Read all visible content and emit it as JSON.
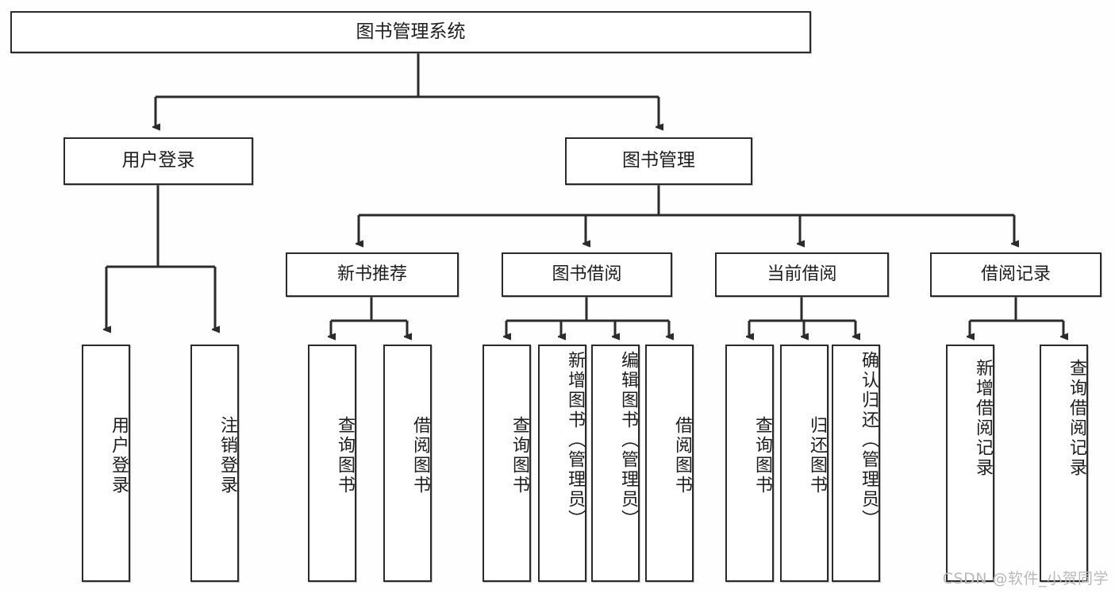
{
  "diagram": {
    "type": "tree",
    "title": "图书管理系统",
    "root": {
      "label": "图书管理系统"
    },
    "level1": [
      {
        "label": "用户登录"
      },
      {
        "label": "图书管理"
      }
    ],
    "level2": [
      {
        "label": "新书推荐"
      },
      {
        "label": "图书借阅"
      },
      {
        "label": "当前借阅"
      },
      {
        "label": "借阅记录"
      }
    ],
    "leaves": {
      "user_login": [
        {
          "label": "用户登录"
        },
        {
          "label": "注销登录"
        }
      ],
      "new_book_recommend": [
        {
          "label": "查询图书"
        },
        {
          "label": "借阅图书"
        }
      ],
      "book_borrow": [
        {
          "label": "查询图书"
        },
        {
          "label": "新增图书（管理员）"
        },
        {
          "label": "编辑图书（管理员）"
        },
        {
          "label": "借阅图书"
        }
      ],
      "current_borrow": [
        {
          "label": "查询图书"
        },
        {
          "label": "归还图书"
        },
        {
          "label": "确认归还（管理员）"
        }
      ],
      "borrow_record": [
        {
          "label": "新增借阅记录"
        },
        {
          "label": "查询借阅记录"
        }
      ]
    }
  },
  "watermark": {
    "text": "CSDN @软件_小贺同学"
  },
  "colors": {
    "border": "#2b2b2b",
    "background": "#fefefe",
    "text": "#1d1d1d",
    "watermark": "#b9b9b9"
  }
}
